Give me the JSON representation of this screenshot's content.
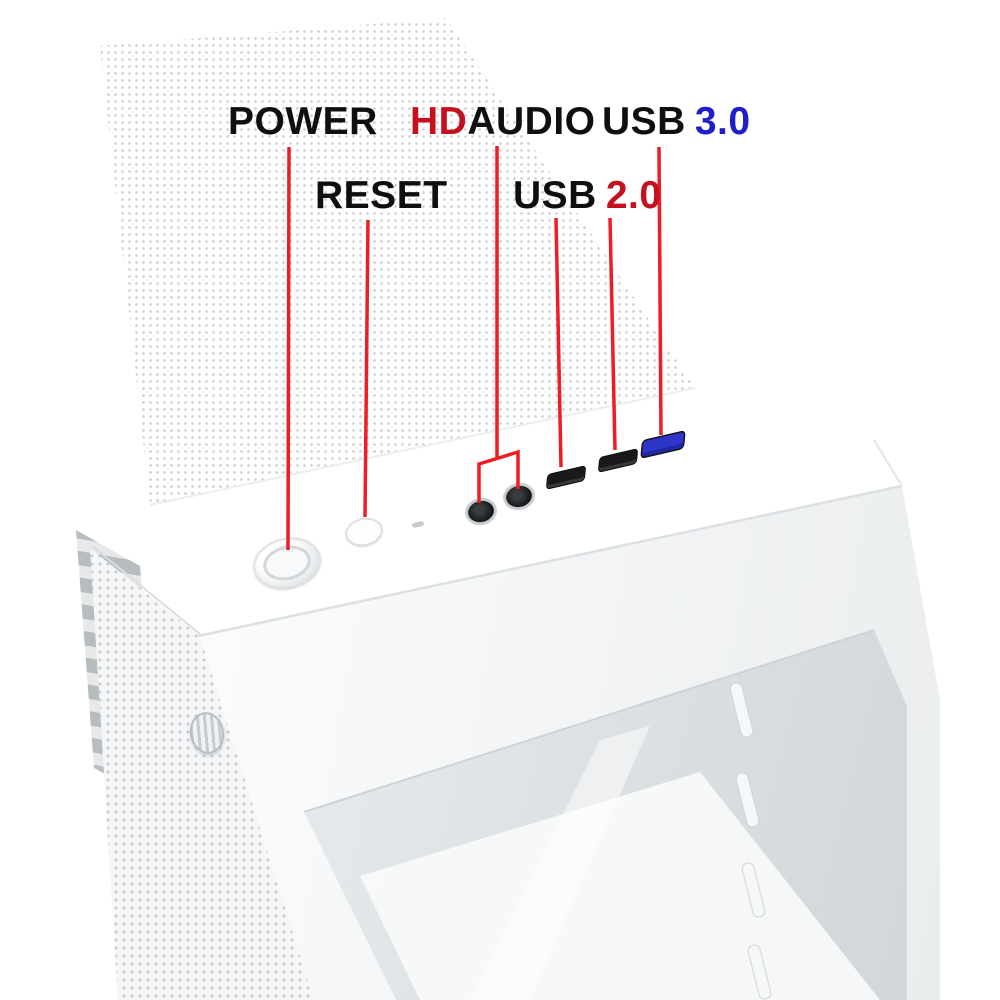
{
  "page": {
    "background_color": "#ffffff"
  },
  "annotations": {
    "power": {
      "label": "POWER"
    },
    "reset": {
      "label": "RESET"
    },
    "hd_audio": {
      "label_accent": "HD",
      "label_rest": "AUDIO"
    },
    "usb2": {
      "label_prefix": "USB",
      "label_version": "2.0"
    },
    "usb3": {
      "label_prefix": "USB",
      "label_version": "3.0"
    }
  },
  "colors": {
    "label_text": "#0f0f10",
    "accent_red": "#c5101f",
    "accent_blue": "#1e1ecb",
    "leader_line": "#ee1c25",
    "usb3_port_blue": "#2e36c9",
    "port_black": "#17191b",
    "case_white": "#ffffff"
  },
  "ports": [
    {
      "name": "power-button"
    },
    {
      "name": "reset-button"
    },
    {
      "name": "led-indicator"
    },
    {
      "name": "audio-jack-left"
    },
    {
      "name": "audio-jack-right"
    },
    {
      "name": "usb2-port-1"
    },
    {
      "name": "usb2-port-2"
    },
    {
      "name": "usb3-port"
    }
  ]
}
